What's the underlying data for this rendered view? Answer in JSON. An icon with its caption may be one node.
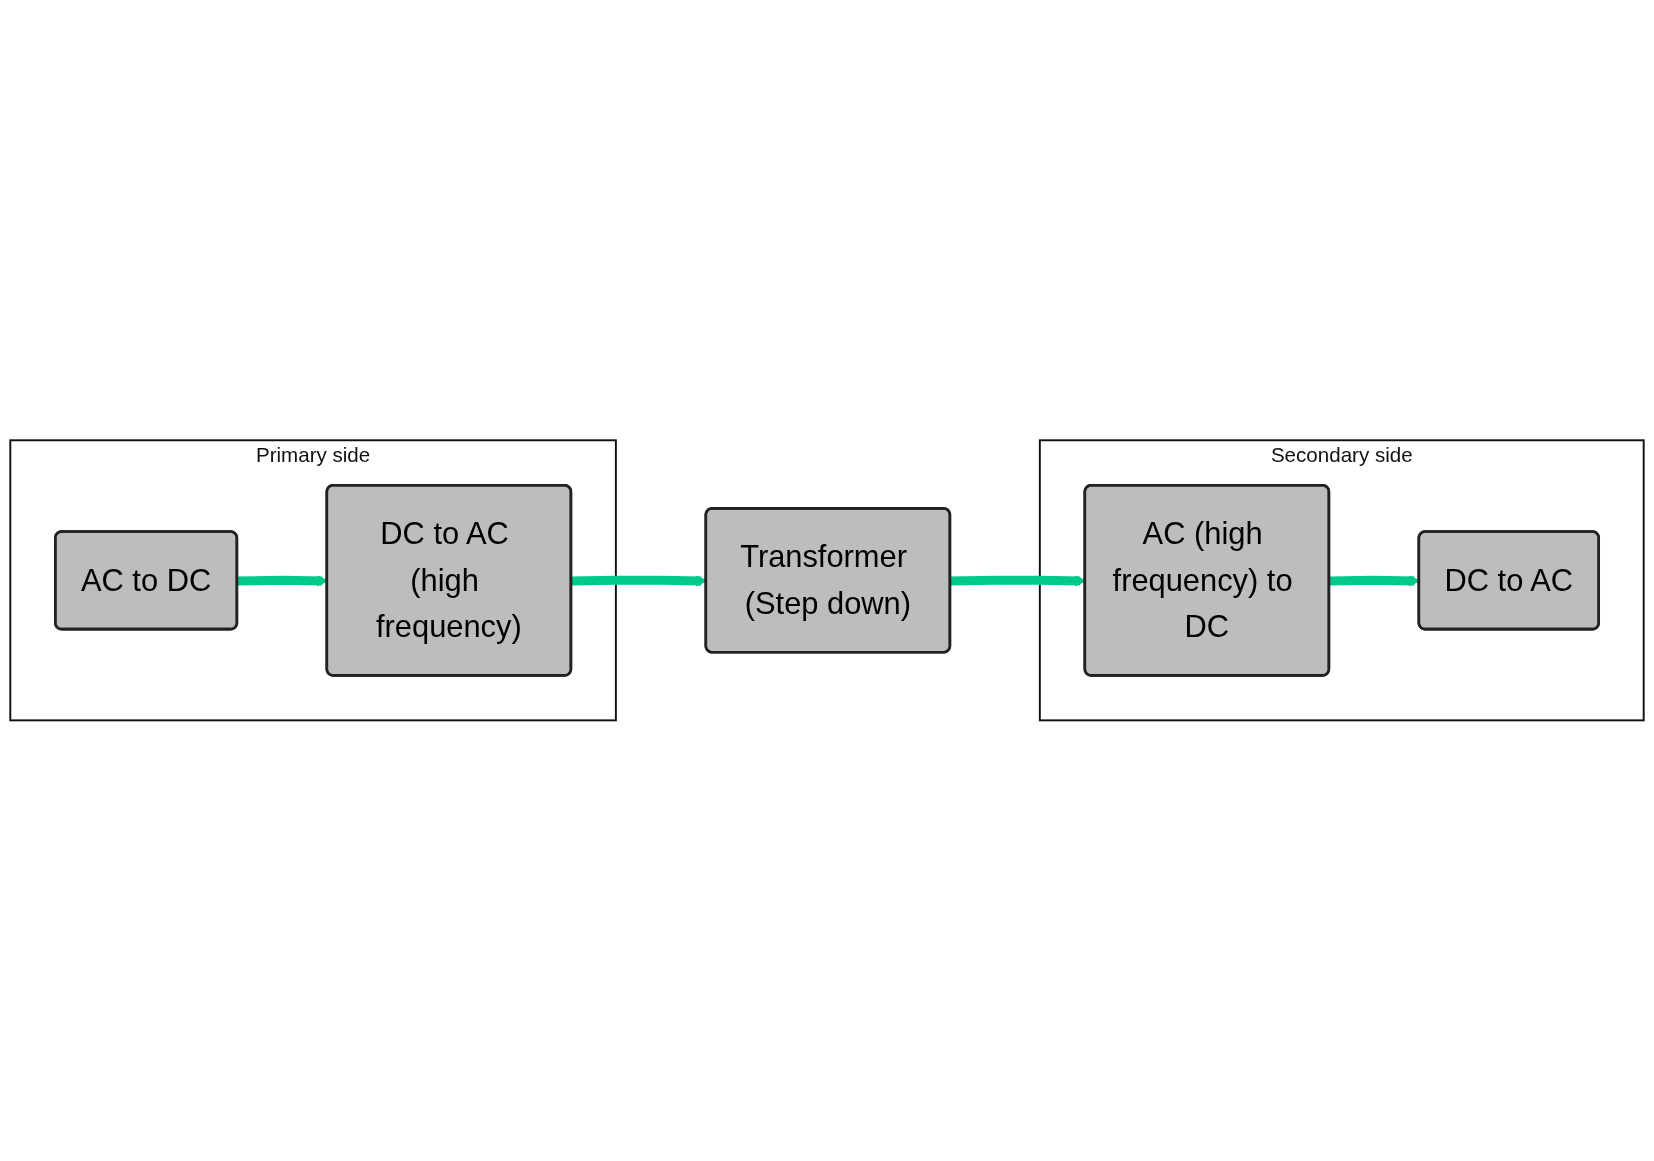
{
  "diagram": {
    "nodes": [
      {
        "text": [
          "Primary side"
        ]
      },
      {
        "text": [
          "AC to DC"
        ],
        "in": 0
      },
      {
        "text": [
          "DC to AC (high frequency)"
        ],
        "in": 0
      },
      {
        "text": [
          "Transformer (Step down)"
        ]
      },
      {
        "text": [
          "Secondary side"
        ]
      },
      {
        "text": [
          "DC to AC"
        ],
        "in": 4
      },
      {
        "text": [
          "AC (high frequency) to DC"
        ],
        "in": 4
      }
    ],
    "edges": [
      {
        "from": 1,
        "to": 2,
        "arrow": "to"
      },
      {
        "from": 2,
        "to": 3,
        "arrow": "to"
      },
      {
        "from": 3,
        "to": 6,
        "arrow": "to"
      },
      {
        "from": 6,
        "to": 5,
        "arrow": "to"
      }
    ]
  }
}
